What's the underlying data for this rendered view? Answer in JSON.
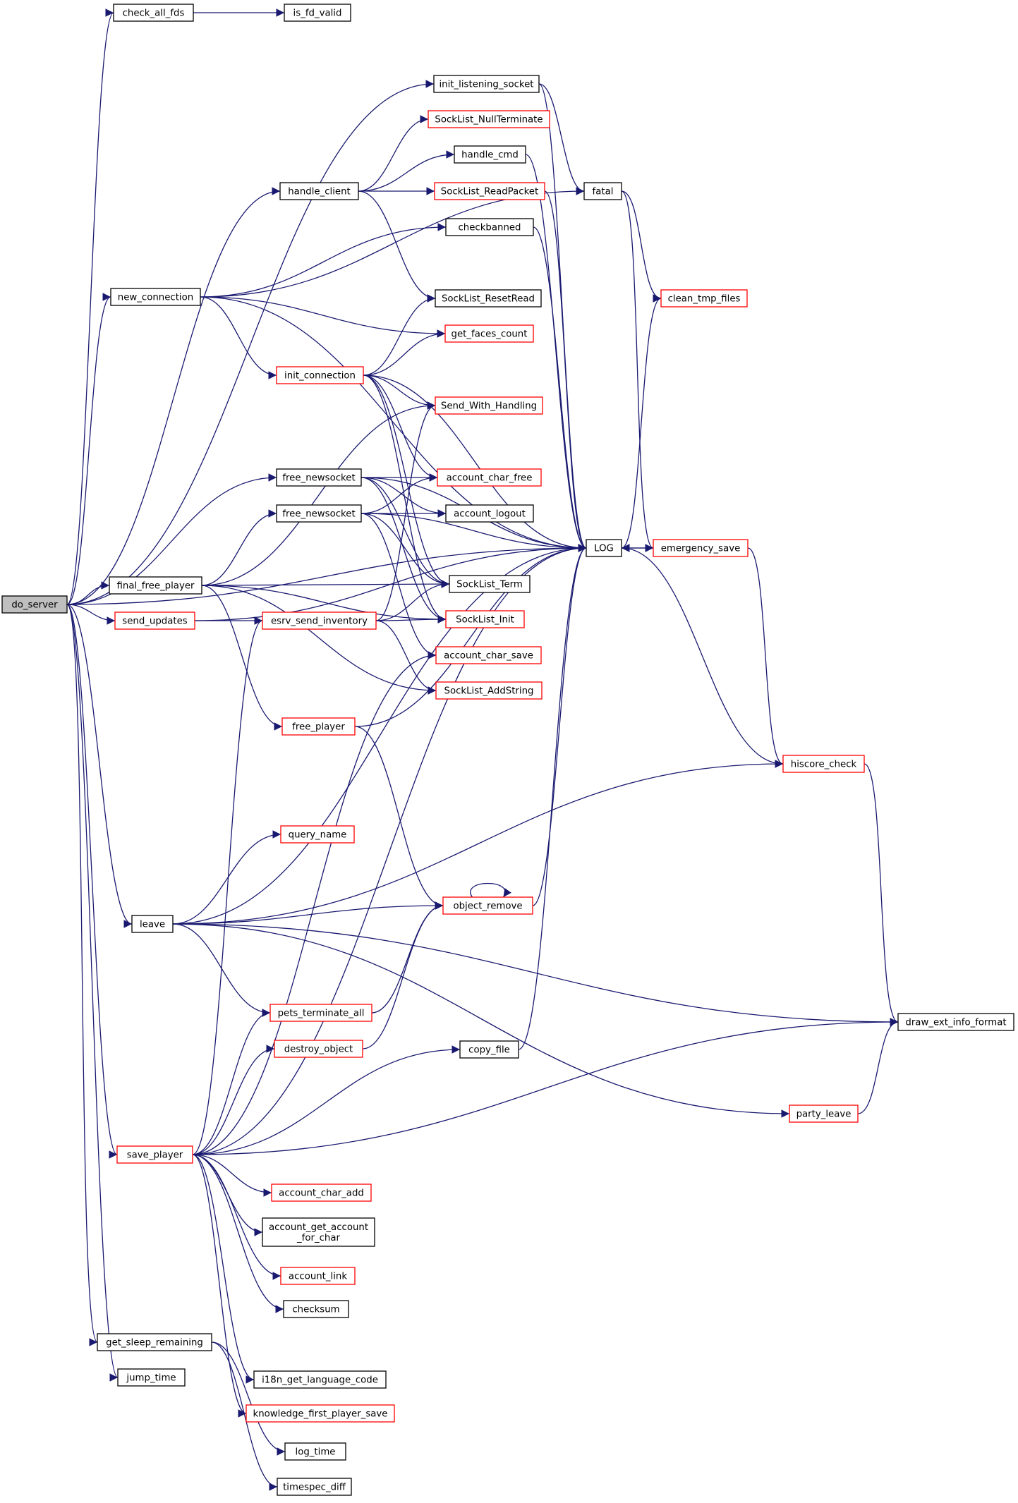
{
  "diagram": {
    "colors": {
      "edge": "#191970",
      "border_default": "#000000",
      "border_truncated": "#ff0000",
      "root_fill": "#bfbfbf",
      "background": "#ffffff"
    },
    "nodes": [
      {
        "id": "do_server",
        "label": "do_server",
        "root": true
      },
      {
        "id": "check_all_fds",
        "label": "check_all_fds"
      },
      {
        "id": "is_fd_valid",
        "label": "is_fd_valid"
      },
      {
        "id": "init_listening_socket",
        "label": "init_listening_socket"
      },
      {
        "id": "socklist_nullterminate",
        "label": "SockList_NullTerminate",
        "truncated": true
      },
      {
        "id": "handle_cmd",
        "label": "handle_cmd"
      },
      {
        "id": "handle_client",
        "label": "handle_client"
      },
      {
        "id": "socklist_readpacket",
        "label": "SockList_ReadPacket",
        "truncated": true
      },
      {
        "id": "fatal",
        "label": "fatal"
      },
      {
        "id": "checkbanned",
        "label": "checkbanned"
      },
      {
        "id": "new_connection",
        "label": "new_connection"
      },
      {
        "id": "socklist_resetread",
        "label": "SockList_ResetRead"
      },
      {
        "id": "clean_tmp_files",
        "label": "clean_tmp_files",
        "truncated": true
      },
      {
        "id": "get_faces_count",
        "label": "get_faces_count",
        "truncated": true
      },
      {
        "id": "init_connection",
        "label": "init_connection",
        "truncated": true
      },
      {
        "id": "send_with_handling",
        "label": "Send_With_Handling",
        "truncated": true
      },
      {
        "id": "free_newsocket_1",
        "label": "free_newsocket"
      },
      {
        "id": "account_char_free",
        "label": "account_char_free",
        "truncated": true
      },
      {
        "id": "free_newsocket_2",
        "label": "free_newsocket"
      },
      {
        "id": "account_logout",
        "label": "account_logout"
      },
      {
        "id": "log",
        "label": "LOG"
      },
      {
        "id": "emergency_save",
        "label": "emergency_save",
        "truncated": true
      },
      {
        "id": "final_free_player",
        "label": "final_free_player"
      },
      {
        "id": "socklist_term",
        "label": "SockList_Term"
      },
      {
        "id": "send_updates",
        "label": "send_updates",
        "truncated": true
      },
      {
        "id": "esrv_send_inventory",
        "label": "esrv_send_inventory",
        "truncated": true
      },
      {
        "id": "socklist_init",
        "label": "SockList_Init",
        "truncated": true
      },
      {
        "id": "account_char_save",
        "label": "account_char_save",
        "truncated": true
      },
      {
        "id": "socklist_addstring",
        "label": "SockList_AddString",
        "truncated": true
      },
      {
        "id": "free_player",
        "label": "free_player",
        "truncated": true
      },
      {
        "id": "hiscore_check",
        "label": "hiscore_check",
        "truncated": true
      },
      {
        "id": "query_name",
        "label": "query_name",
        "truncated": true
      },
      {
        "id": "object_remove",
        "label": "object_remove",
        "truncated": true
      },
      {
        "id": "leave",
        "label": "leave"
      },
      {
        "id": "pets_terminate_all",
        "label": "pets_terminate_all",
        "truncated": true
      },
      {
        "id": "draw_ext_info_format",
        "label": "draw_ext_info_format"
      },
      {
        "id": "destroy_object",
        "label": "destroy_object",
        "truncated": true
      },
      {
        "id": "copy_file",
        "label": "copy_file"
      },
      {
        "id": "party_leave",
        "label": "party_leave",
        "truncated": true
      },
      {
        "id": "save_player",
        "label": "save_player",
        "truncated": true
      },
      {
        "id": "account_char_add",
        "label": "account_char_add",
        "truncated": true
      },
      {
        "id": "account_get_account_for_char",
        "label": "account_get_account\n_for_char"
      },
      {
        "id": "account_link",
        "label": "account_link",
        "truncated": true
      },
      {
        "id": "checksum",
        "label": "checksum"
      },
      {
        "id": "get_sleep_remaining",
        "label": "get_sleep_remaining"
      },
      {
        "id": "jump_time",
        "label": "jump_time"
      },
      {
        "id": "i18n_get_language_code",
        "label": "i18n_get_language_code"
      },
      {
        "id": "knowledge_first_player_save",
        "label": "knowledge_first_player_save",
        "truncated": true
      },
      {
        "id": "log_time",
        "label": "log_time"
      },
      {
        "id": "timespec_diff",
        "label": "timespec_diff"
      }
    ],
    "edges": [
      [
        "do_server",
        "check_all_fds"
      ],
      [
        "check_all_fds",
        "is_fd_valid"
      ],
      [
        "do_server",
        "init_listening_socket"
      ],
      [
        "init_listening_socket",
        "fatal"
      ],
      [
        "init_listening_socket",
        "log"
      ],
      [
        "do_server",
        "handle_client"
      ],
      [
        "handle_client",
        "socklist_nullterminate"
      ],
      [
        "handle_client",
        "handle_cmd"
      ],
      [
        "handle_client",
        "socklist_readpacket"
      ],
      [
        "handle_client",
        "socklist_resetread"
      ],
      [
        "handle_cmd",
        "log"
      ],
      [
        "socklist_readpacket",
        "log"
      ],
      [
        "checkbanned",
        "log"
      ],
      [
        "fatal",
        "clean_tmp_files"
      ],
      [
        "fatal",
        "emergency_save"
      ],
      [
        "do_server",
        "new_connection"
      ],
      [
        "new_connection",
        "fatal"
      ],
      [
        "new_connection",
        "checkbanned"
      ],
      [
        "new_connection",
        "log"
      ],
      [
        "new_connection",
        "get_faces_count"
      ],
      [
        "new_connection",
        "init_connection"
      ],
      [
        "init_connection",
        "socklist_resetread"
      ],
      [
        "init_connection",
        "get_faces_count"
      ],
      [
        "init_connection",
        "log"
      ],
      [
        "init_connection",
        "send_with_handling"
      ],
      [
        "init_connection",
        "account_char_free"
      ],
      [
        "init_connection",
        "socklist_term"
      ],
      [
        "init_connection",
        "socklist_init"
      ],
      [
        "do_server",
        "free_newsocket_1"
      ],
      [
        "free_newsocket_1",
        "account_char_free"
      ],
      [
        "free_newsocket_1",
        "account_logout"
      ],
      [
        "free_newsocket_1",
        "log"
      ],
      [
        "free_newsocket_1",
        "socklist_term"
      ],
      [
        "free_newsocket_1",
        "socklist_init"
      ],
      [
        "free_newsocket_2",
        "account_char_free"
      ],
      [
        "free_newsocket_2",
        "account_logout"
      ],
      [
        "free_newsocket_2",
        "log"
      ],
      [
        "free_newsocket_2",
        "socklist_term"
      ],
      [
        "free_newsocket_2",
        "account_char_save"
      ],
      [
        "log",
        "clean_tmp_files"
      ],
      [
        "log",
        "emergency_save"
      ],
      [
        "emergency_save",
        "log"
      ],
      [
        "emergency_save",
        "hiscore_check"
      ],
      [
        "do_server",
        "final_free_player"
      ],
      [
        "final_free_player",
        "send_with_handling"
      ],
      [
        "final_free_player",
        "free_newsocket_2"
      ],
      [
        "final_free_player",
        "socklist_term"
      ],
      [
        "final_free_player",
        "socklist_init"
      ],
      [
        "final_free_player",
        "socklist_addstring"
      ],
      [
        "final_free_player",
        "free_player"
      ],
      [
        "do_server",
        "send_updates"
      ],
      [
        "send_updates",
        "esrv_send_inventory"
      ],
      [
        "send_updates",
        "log"
      ],
      [
        "esrv_send_inventory",
        "send_with_handling"
      ],
      [
        "esrv_send_inventory",
        "socklist_term"
      ],
      [
        "esrv_send_inventory",
        "socklist_init"
      ],
      [
        "esrv_send_inventory",
        "socklist_addstring"
      ],
      [
        "free_player",
        "log"
      ],
      [
        "free_player",
        "object_remove"
      ],
      [
        "do_server",
        "log"
      ],
      [
        "hiscore_check",
        "log"
      ],
      [
        "hiscore_check",
        "draw_ext_info_format"
      ],
      [
        "do_server",
        "leave"
      ],
      [
        "leave",
        "query_name"
      ],
      [
        "leave",
        "log"
      ],
      [
        "leave",
        "object_remove"
      ],
      [
        "leave",
        "hiscore_check"
      ],
      [
        "leave",
        "draw_ext_info_format"
      ],
      [
        "leave",
        "pets_terminate_all"
      ],
      [
        "leave",
        "party_leave"
      ],
      [
        "object_remove",
        "object_remove"
      ],
      [
        "object_remove",
        "log"
      ],
      [
        "pets_terminate_all",
        "object_remove"
      ],
      [
        "destroy_object",
        "object_remove"
      ],
      [
        "copy_file",
        "log"
      ],
      [
        "party_leave",
        "draw_ext_info_format"
      ],
      [
        "do_server",
        "save_player"
      ],
      [
        "save_player",
        "esrv_send_inventory"
      ],
      [
        "save_player",
        "account_char_save"
      ],
      [
        "save_player",
        "pets_terminate_all"
      ],
      [
        "save_player",
        "destroy_object"
      ],
      [
        "save_player",
        "copy_file"
      ],
      [
        "save_player",
        "log"
      ],
      [
        "save_player",
        "account_char_add"
      ],
      [
        "save_player",
        "account_get_account_for_char"
      ],
      [
        "save_player",
        "account_link"
      ],
      [
        "save_player",
        "checksum"
      ],
      [
        "save_player",
        "draw_ext_info_format"
      ],
      [
        "save_player",
        "i18n_get_language_code"
      ],
      [
        "save_player",
        "knowledge_first_player_save"
      ],
      [
        "do_server",
        "get_sleep_remaining"
      ],
      [
        "get_sleep_remaining",
        "log_time"
      ],
      [
        "get_sleep_remaining",
        "timespec_diff"
      ],
      [
        "do_server",
        "jump_time"
      ]
    ]
  }
}
